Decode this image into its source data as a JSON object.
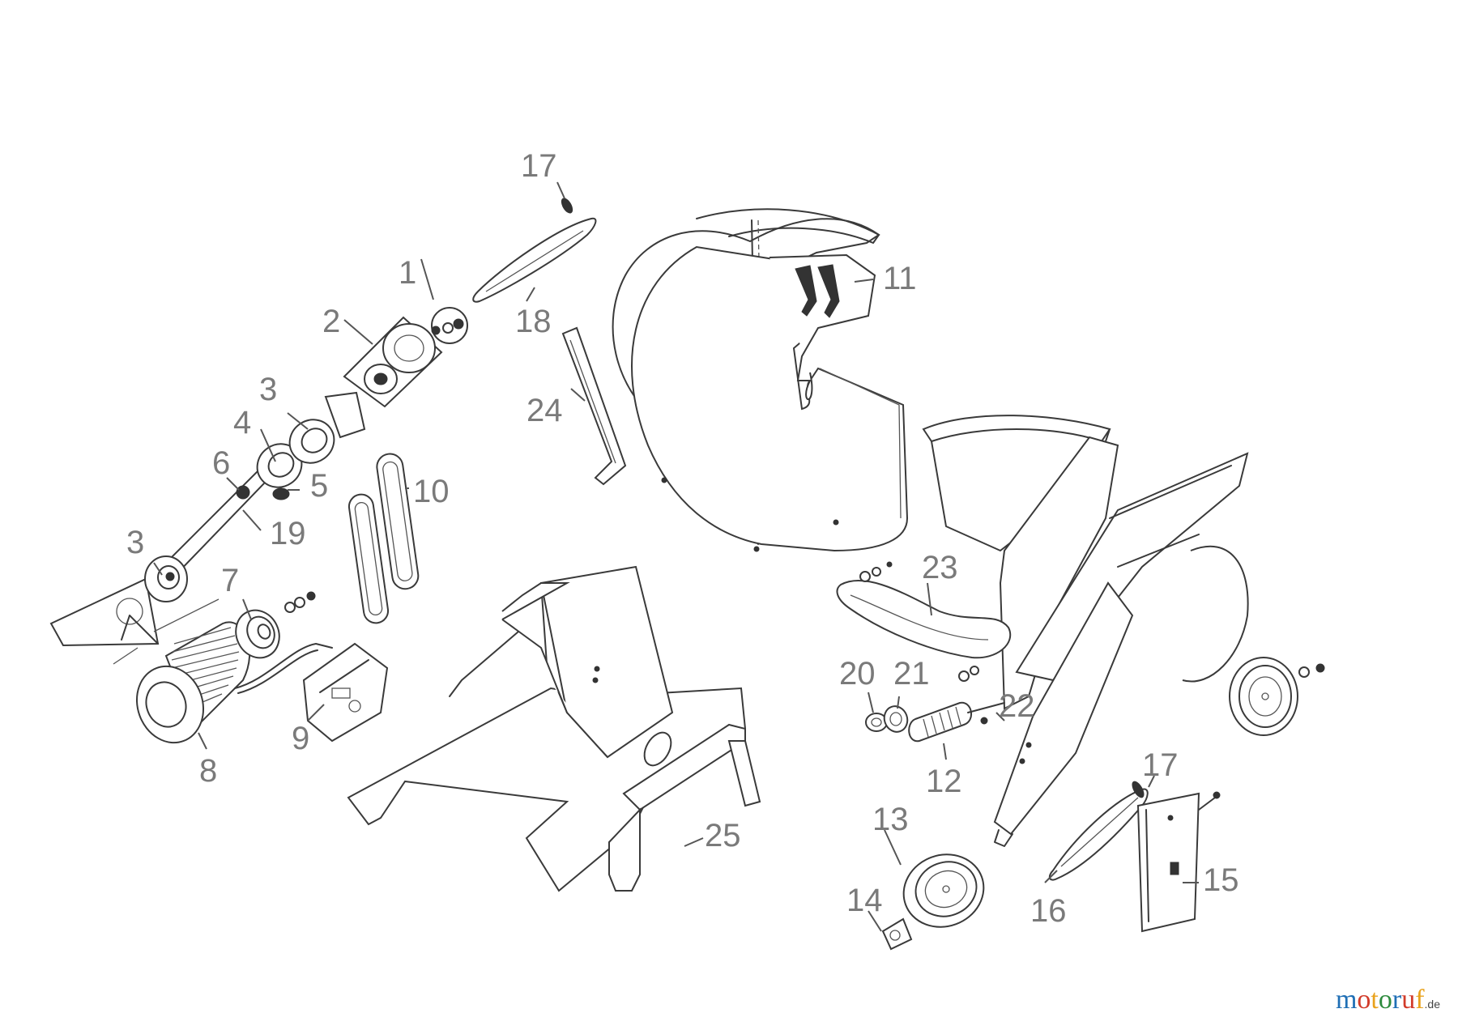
{
  "diagram": {
    "callouts": [
      {
        "id": "c17a",
        "text": "17"
      },
      {
        "id": "c1",
        "text": "1"
      },
      {
        "id": "c18",
        "text": "18"
      },
      {
        "id": "c2",
        "text": "2"
      },
      {
        "id": "c11",
        "text": "11"
      },
      {
        "id": "c3a",
        "text": "3"
      },
      {
        "id": "c4",
        "text": "4"
      },
      {
        "id": "c24",
        "text": "24"
      },
      {
        "id": "c6",
        "text": "6"
      },
      {
        "id": "c5",
        "text": "5"
      },
      {
        "id": "c10",
        "text": "10"
      },
      {
        "id": "c19",
        "text": "19"
      },
      {
        "id": "c3b",
        "text": "3"
      },
      {
        "id": "c7",
        "text": "7"
      },
      {
        "id": "c23",
        "text": "23"
      },
      {
        "id": "c20",
        "text": "20"
      },
      {
        "id": "c21",
        "text": "21"
      },
      {
        "id": "c22",
        "text": "22"
      },
      {
        "id": "c9",
        "text": "9"
      },
      {
        "id": "c8",
        "text": "8"
      },
      {
        "id": "c12",
        "text": "12"
      },
      {
        "id": "c17b",
        "text": "17"
      },
      {
        "id": "c13",
        "text": "13"
      },
      {
        "id": "c25",
        "text": "25"
      },
      {
        "id": "c14",
        "text": "14"
      },
      {
        "id": "c15",
        "text": "15"
      },
      {
        "id": "c16",
        "text": "16"
      }
    ]
  },
  "logo": {
    "text": "motoruf",
    "tld": ".de"
  },
  "colors": {
    "logo_blue": "#1f6fb5",
    "logo_red": "#d23b2a",
    "logo_orange": "#e9a21c",
    "logo_green": "#2e8b3e",
    "callout": "#7a7a7a"
  }
}
